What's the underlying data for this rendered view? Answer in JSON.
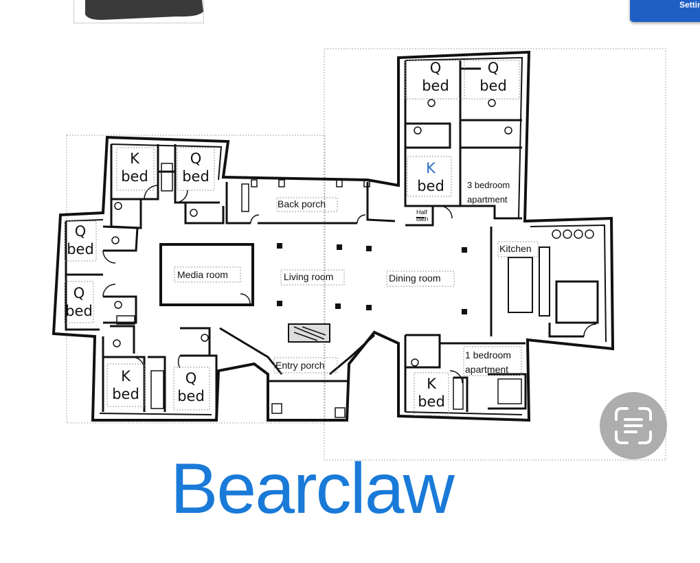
{
  "settings_label": "Settings",
  "rooms": {
    "back_porch": "Back porch",
    "media_room": "Media room",
    "living_room": "Living room",
    "dining_room": "Dining room",
    "kitchen": "Kitchen",
    "entry_porch": "Entry porch",
    "apt3_line1": "3 bedroom",
    "apt3_line2": "apartment",
    "apt1_line1": "1 bedroom",
    "apt1_line2": "apartment",
    "half_bath_1": "Half",
    "half_bath_2": "bath"
  },
  "beds": {
    "k": "K",
    "q": "Q",
    "bed": "bed"
  },
  "title": "Bearclaw",
  "colors": {
    "title": "#1a7ad8",
    "settings_bg": "#1f5fc4"
  },
  "icons": {
    "lens": "visual-search-icon",
    "settings": "settings-button"
  }
}
